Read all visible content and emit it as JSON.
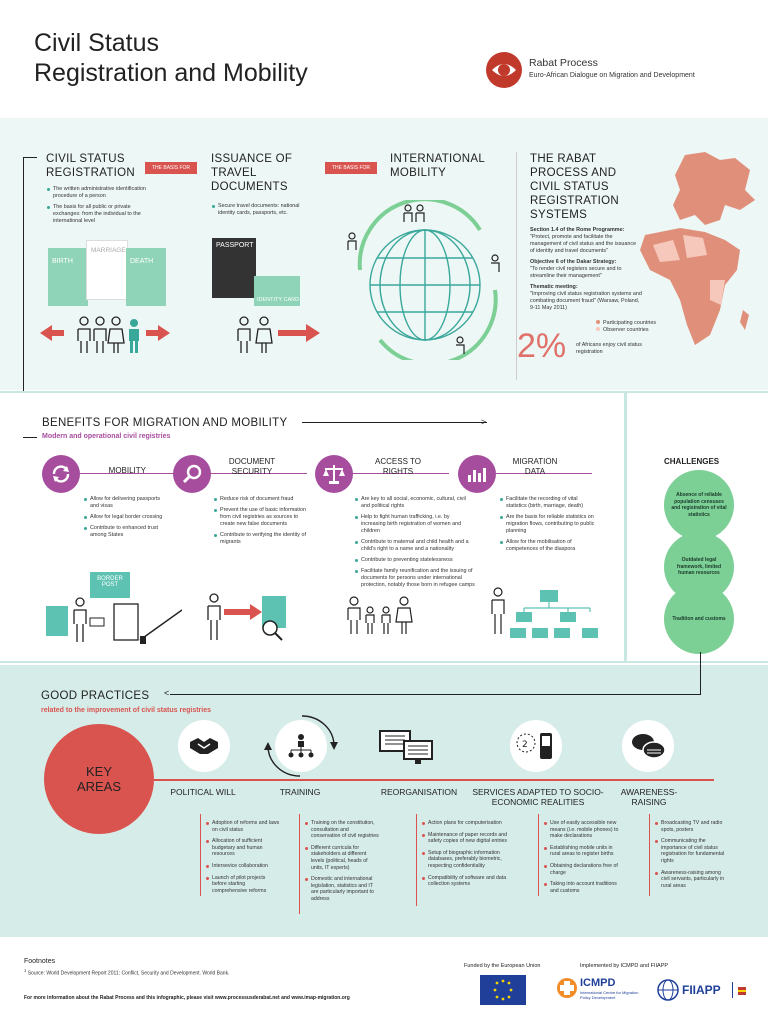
{
  "header": {
    "title_line1": "Civil Status",
    "title_line2": "Registration and Mobility",
    "org_name": "Rabat Process",
    "org_subtitle": "Euro-African Dialogue on Migration and Development"
  },
  "section1": {
    "col1_title": "CIVIL STATUS REGISTRATION",
    "col1_bullets": [
      "The written administrative identification procedure of a person",
      "The basis for all public or private exchanges: from the individual to the international level"
    ],
    "tag1": "THE BASIS FOR",
    "col2_title": "ISSUANCE OF TRAVEL DOCUMENTS",
    "col2_bullets": [
      "Secure travel documents: national identity cards, passports, etc."
    ],
    "tag2": "THE BASIS FOR",
    "col3_title": "INTERNATIONAL MOBILITY",
    "doc_birth": "BIRTH",
    "doc_marriage": "MARRIAGE",
    "doc_death": "DEATH",
    "doc_passport": "PASSPORT",
    "doc_identity": "IDENTITY CARD",
    "col4_title": "THE RABAT PROCESS AND CIVIL STATUS REGISTRATION SYSTEMS",
    "col4_items": [
      {
        "head": "Section 1.4 of the Rome Programme:",
        "body": "\"Protect, promote and facilitate the management of civil status and the issuance of identity and travel documents\""
      },
      {
        "head": "Objective 6 of the Dakar Strategy:",
        "body": "\"To render civil registers secure and to streamline their management\""
      },
      {
        "head": "Thematic meeting:",
        "body": "\"Improving civil status registration systems and combating document fraud\" (Warsaw, Poland, 9-11 May 2011)"
      }
    ],
    "legend_participating": "Participating countries",
    "legend_observer": "Observer countries",
    "stat_value": "2%",
    "stat_text": "of Africans enjoy civil status registration"
  },
  "benefits": {
    "title": "BENEFITS FOR MIGRATION AND MOBILITY",
    "subtitle": "Modern and operational civil registries",
    "items": [
      {
        "label": "MOBILITY",
        "bullets": [
          "Allow for delivering passports and visas",
          "Allow for legal border crossing",
          "Contribute to enhanced trust among States"
        ]
      },
      {
        "label": "DOCUMENT SECURITY",
        "bullets": [
          "Reduce risk of document fraud",
          "Prevent the use of basic information from civil registries as sources to create new false documents",
          "Contribute to verifying the identity of migrants"
        ]
      },
      {
        "label": "ACCESS TO RIGHTS",
        "bullets": [
          "Are key to all social, economic, cultural, civil and political rights",
          "Help to fight human trafficking, i.e. by increasing birth registration of women and children",
          "Contribute to maternal and child health and a child's right to a name and a nationality",
          "Contribute to preventing statelessness",
          "Facilitate family reunification and the issuing of documents for persons under international protection, notably those born in refugee camps"
        ]
      },
      {
        "label": "MIGRATION DATA",
        "bullets": [
          "Facilitate the recording of vital statistics (birth, marriage, death)",
          "Are the basis for reliable statistics on migration flows, contributing to public planning",
          "Allow for the mobilisation of competences of the diaspora"
        ]
      }
    ],
    "border_post": "BORDER POST",
    "challenges_title": "CHALLENGES",
    "challenges": [
      "Absence of reliable population censuses and registration of vital statistics",
      "Outdated legal framework, limited human resources",
      "Tradition and customs"
    ]
  },
  "practices": {
    "title": "GOOD PRACTICES",
    "subtitle": "related to the improvement of civil status registries",
    "key_areas": "KEY AREAS",
    "areas": [
      {
        "label": "POLITICAL WILL",
        "bullets": [
          "Adoption of reforms and laws on civil status",
          "Allocation of sufficient budgetary and human resources",
          "Intersevice collaboration",
          "Launch of pilot projects before starting comprehensive reforms"
        ]
      },
      {
        "label": "TRAINING",
        "bullets": [
          "Training on the constitution, consultation and conservation of civil registries",
          "Different curricula for stakeholders at different levels (political, heads of units, IT experts)",
          "Domestic and international legislation, statistics and IT are particularly important to address"
        ]
      },
      {
        "label": "REORGANISATION",
        "bullets": [
          "Action plans for computerisation",
          "Maintenance of paper records and safety copies of new digital entries",
          "Setup of biographic information databases, preferably biometric, respecting confidentiality",
          "Compatibility of software and data collection systems"
        ]
      },
      {
        "label": "SERVICES ADAPTED TO SOCIO-ECONOMIC REALITIES",
        "bullets": [
          "Use of easily accessible new means (i.e. mobile phones) to make declarations",
          "Establishing mobile units in rural areas to register births",
          "Obtaining declarations free of charge",
          "Taking into account traditions and customs"
        ]
      },
      {
        "label": "AWARENESS-RAISING",
        "bullets": [
          "Broadcasting TV and radio spots, posters",
          "Communicating the importance of civil status registration for fundamental rights",
          "Awareness-raising among civil servants, particularly in rural areas"
        ]
      }
    ]
  },
  "footer": {
    "footnotes_title": "Footnotes",
    "footnote_1": "Source: World Development Report 2011: Conflict, Security and Development. World Bank.",
    "more_info": "For more information about the Rabat Process and this infographic, please visit www.processusderabat.net and www.imap-migration.org",
    "funded_by": "Funded by the European Union",
    "implemented_by": "Implemented by ICMPD and FIIAPP",
    "icmpd_name": "ICMPD",
    "icmpd_sub": "International Centre for Migration Policy Development",
    "fiiapp_name": "FIIAPP"
  },
  "colors": {
    "teal": "#3aa79b",
    "red": "#d9534f",
    "purple": "#a64d9e",
    "green": "#7ccf95",
    "bg_light": "#edf7f5",
    "bg_mid": "#d6ece8"
  }
}
